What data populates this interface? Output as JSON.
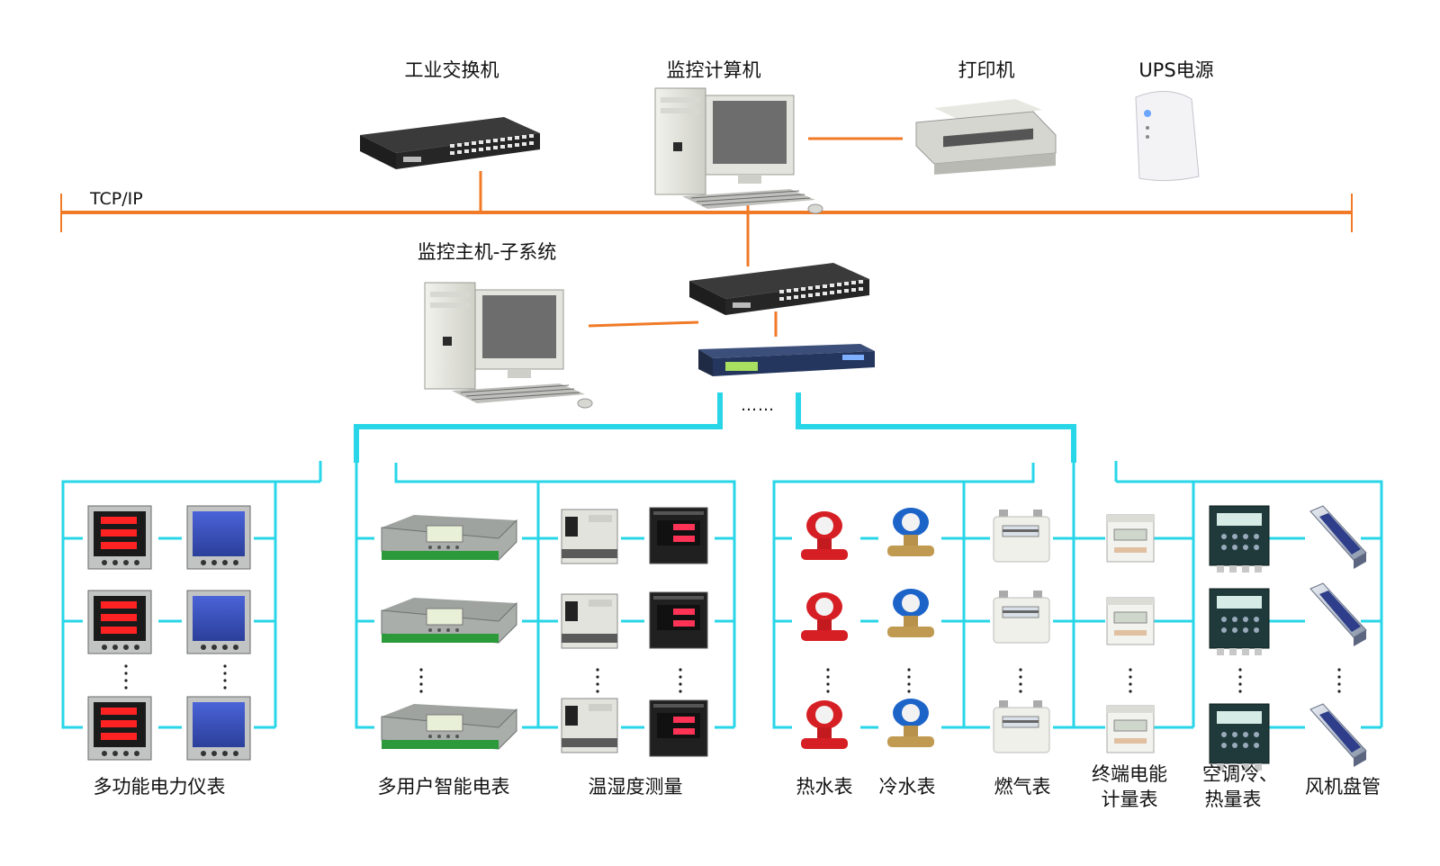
{
  "network": {
    "bus_label": "TCP/IP",
    "ellipsis": "……"
  },
  "top_devices": {
    "switch": "工业交换机",
    "monitor_pc": "监控计算机",
    "printer": "打印机",
    "ups": "UPS电源"
  },
  "subsystem": {
    "host": "监控主机-子系统"
  },
  "groups": {
    "power_meter": "多功能电力仪表",
    "multi_user_meter": "多用户智能电表",
    "temp_humidity": "温湿度测量",
    "hot_water": "热水表",
    "cold_water": "冷水表",
    "gas": "燃气表",
    "terminal_energy_1": "终端电能",
    "terminal_energy_2": "计量表",
    "ac_heat_1": "空调冷、",
    "ac_heat_2": "热量表",
    "fan_coil": "风机盘管"
  },
  "colors": {
    "bus": "#f07a28",
    "field": "#28d6e8"
  }
}
